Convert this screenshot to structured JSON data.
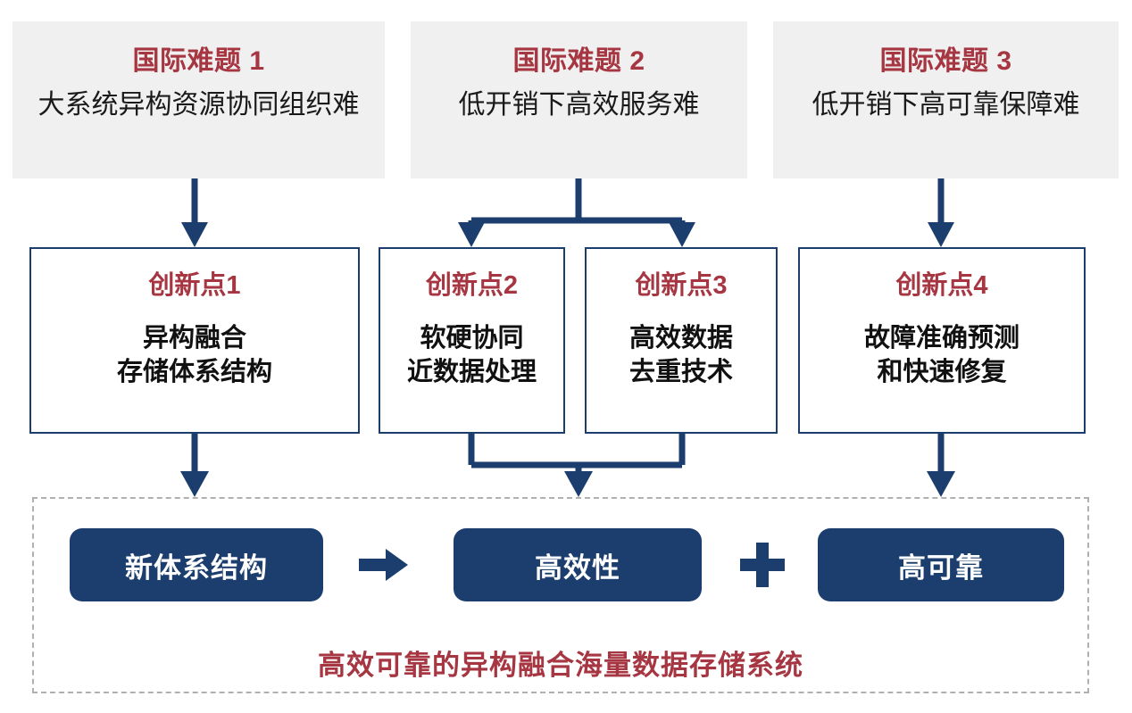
{
  "diagram": {
    "challenges": [
      {
        "title": "国际难题 1",
        "desc": "大系统异构资源协同组织难"
      },
      {
        "title": "国际难题 2",
        "desc": "低开销下高效服务难"
      },
      {
        "title": "国际难题 3",
        "desc": "低开销下高可靠保障难"
      }
    ],
    "innovations": [
      {
        "title": "创新点1",
        "body": "异构融合\n存储体系结构"
      },
      {
        "title": "创新点2",
        "body": "软硬协同\n近数据处理"
      },
      {
        "title": "创新点3",
        "body": "高效数据\n去重技术"
      },
      {
        "title": "创新点4",
        "body": "故障准确预测\n和快速修复"
      }
    ],
    "results": [
      {
        "label": "新体系结构"
      },
      {
        "label": "高效性"
      },
      {
        "label": "高可靠"
      }
    ],
    "operators": {
      "arrow": "➡",
      "plus": "✚"
    },
    "summary_caption": "高效可靠的异构融合海量数据存储系统",
    "colors": {
      "accent_red": "#a63641",
      "deep_blue": "#1c3e6e",
      "panel_gray": "#f0f0f0",
      "dashed_gray": "#b0b0b0",
      "text_black": "#111111",
      "pill_text": "#ffffff"
    }
  }
}
